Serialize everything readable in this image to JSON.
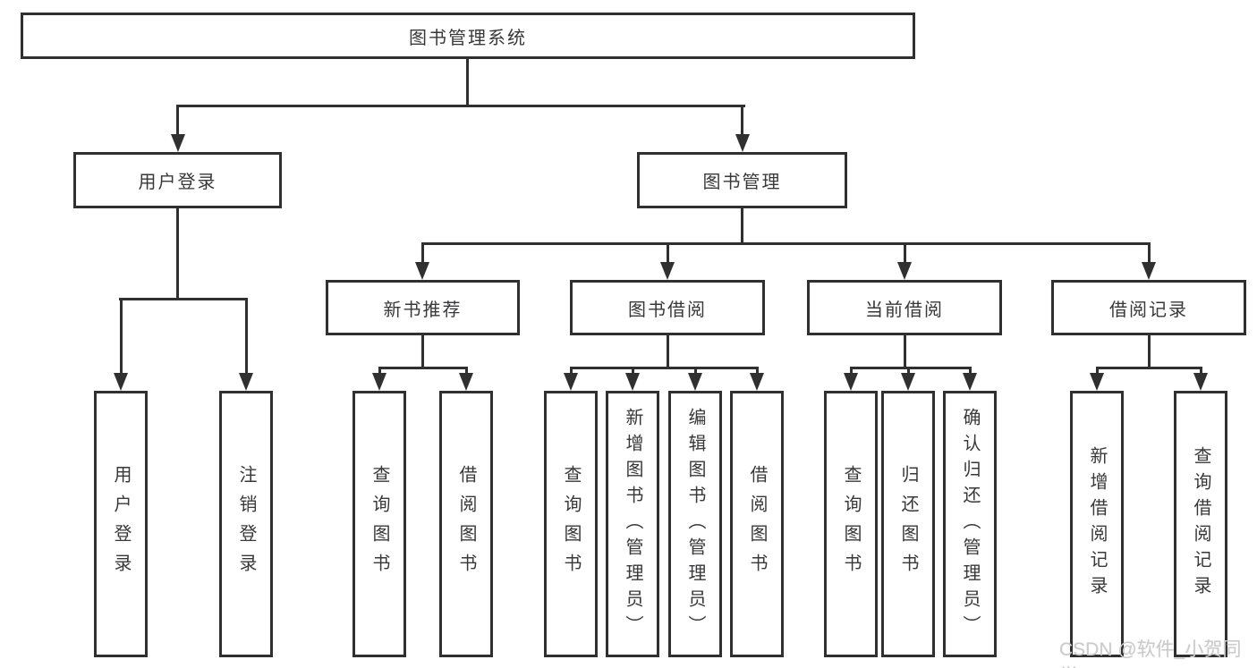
{
  "diagram": {
    "nodes": {
      "root": "图书管理系统",
      "user_login": "用户登录",
      "book_mgmt": "图书管理",
      "new_book": "新书推荐",
      "book_borrow": "图书借阅",
      "current_borrow": "当前借阅",
      "borrow_record": "借阅记录",
      "user_login_children": [
        "用户登录",
        "注销登录"
      ],
      "new_book_children": [
        "查询图书",
        "借阅图书"
      ],
      "book_borrow_children": [
        "查询图书",
        "新增图书（管理员）",
        "编辑图书（管理员）",
        "借阅图书"
      ],
      "current_borrow_children": [
        "查询图书",
        "归还图书",
        "确认归还（管理员）"
      ],
      "borrow_record_children": [
        "新增借阅记录",
        "查询借阅记录"
      ]
    },
    "watermark": "CSDN @软件_小贺同学",
    "colors": {
      "line": "#303030",
      "text": "#38383a",
      "watermark": "#c9cccd",
      "background": "#ffffff"
    }
  }
}
